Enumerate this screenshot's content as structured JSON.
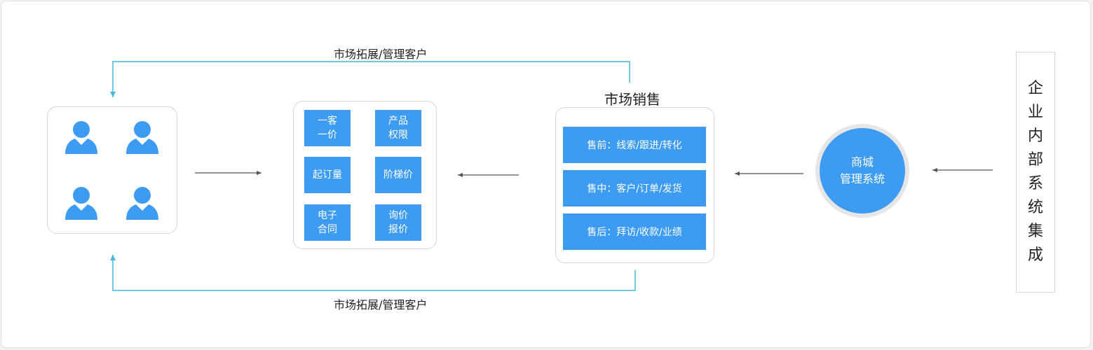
{
  "colors": {
    "accent": "#3d9cf2",
    "loop_line": "#43b8d9",
    "arrow": "#555555",
    "panel_border": "#d6d6d6"
  },
  "top_loop": {
    "label": "市场拓展/管理客户"
  },
  "bottom_loop": {
    "label": "市场拓展/管理客户"
  },
  "customers": {
    "icons": [
      "user-icon",
      "user-icon",
      "user-icon",
      "user-icon"
    ]
  },
  "features": {
    "tiles": [
      {
        "line1": "一客",
        "line2": "一价"
      },
      {
        "line1": "产品",
        "line2": "权限"
      },
      {
        "line1": "起订量",
        "line2": ""
      },
      {
        "line1": "阶梯价",
        "line2": ""
      },
      {
        "line1": "电子",
        "line2": "合同"
      },
      {
        "line1": "询价",
        "line2": "报价"
      }
    ]
  },
  "sales": {
    "title": "市场销售",
    "stages": [
      {
        "label": "售前：线索/跟进/转化"
      },
      {
        "label": "售中：客户/订单/发货"
      },
      {
        "label": "售后：拜访/收款/业绩"
      }
    ]
  },
  "mall": {
    "line1": "商城",
    "line2": "管理系统"
  },
  "integration": {
    "label": "企业内部系统集成"
  }
}
